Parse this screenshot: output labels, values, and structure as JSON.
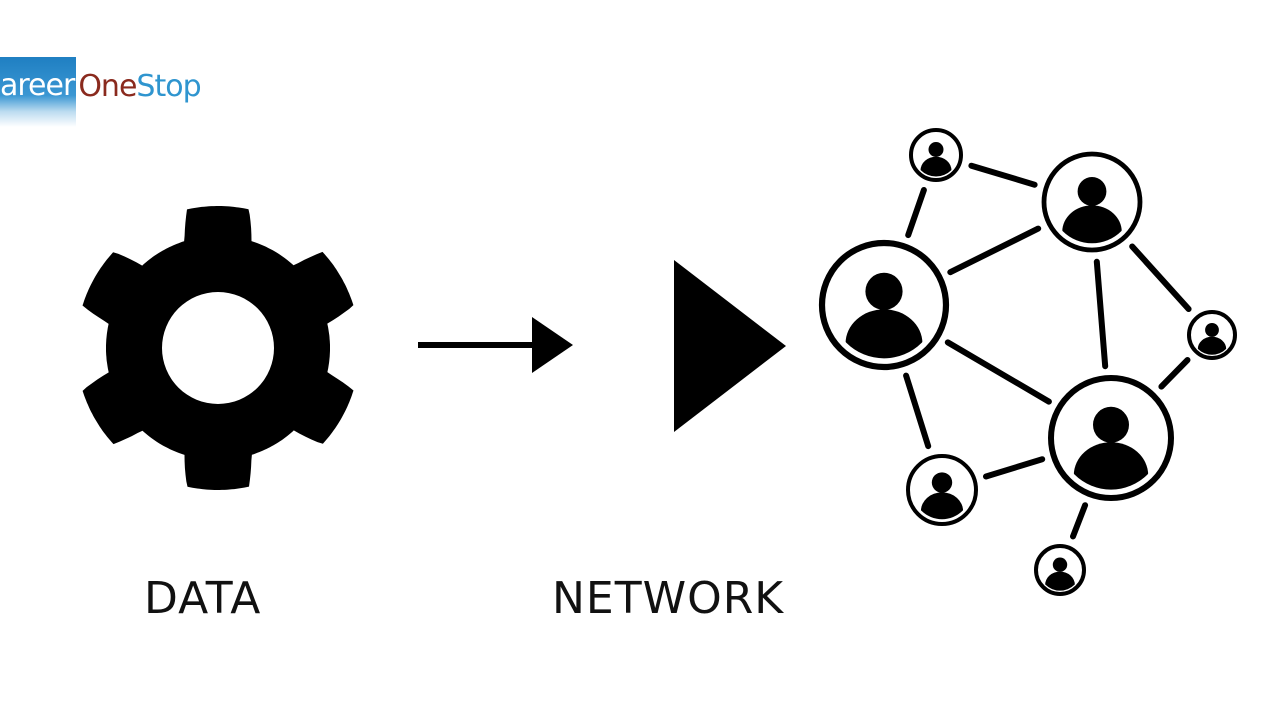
{
  "logo": {
    "part1": "areer",
    "part2": "One",
    "part3": "Stop"
  },
  "labels": {
    "left": "DATA",
    "right": "NETWORK"
  },
  "colors": {
    "logo_blue": "#2f95cf",
    "logo_dark_red": "#8a2a1e",
    "ink": "#000000"
  },
  "icons": {
    "left": "gear-icon",
    "middle_arrow": "arrow-right-icon",
    "play": "play-triangle-icon",
    "network": "people-network-icon"
  }
}
